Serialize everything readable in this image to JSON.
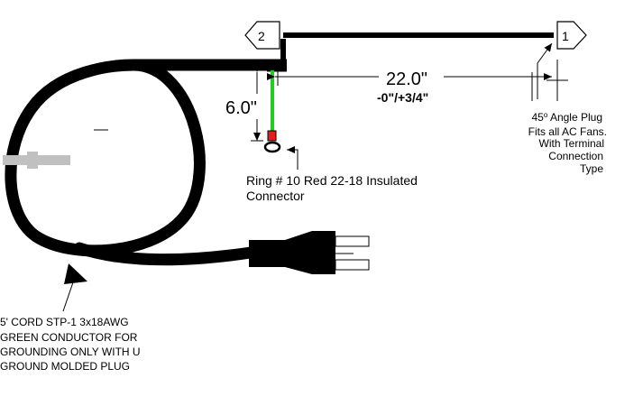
{
  "colors": {
    "cable": "#000000",
    "ground_wire": "#22cc22",
    "ring_terminal": "#e02020",
    "insulation": "#c0c0c0",
    "background": "#ffffff"
  },
  "diagram": {
    "callouts": {
      "end_2": "2",
      "end_1": "1"
    },
    "dimensions": {
      "length": "22.0\"",
      "length_tolerance": "-0\"/+3/4\"",
      "ground_lead": "6.0\""
    },
    "notes": {
      "ring_line1": "Ring # 10 Red 22-18 Insulated",
      "ring_line2": "Connector",
      "plug_line1": "Angle Plug",
      "plug_degree": "45",
      "plug_degree_sign": "o",
      "plug_line2": "Fits all AC Fans.",
      "plug_line3": "With Terminal",
      "plug_line4": "Connection",
      "plug_line5": "Type",
      "cord_line1": "5' CORD STP-1 3x18AWG",
      "cord_line2": "GREEN CONDUCTOR FOR",
      "cord_line3": "GROUNDING ONLY WITH U",
      "cord_line4": "GROUND MOLDED PLUG"
    },
    "icons": [
      "coiled-cord",
      "molded-plug",
      "ring-terminal",
      "angle-plug"
    ]
  }
}
